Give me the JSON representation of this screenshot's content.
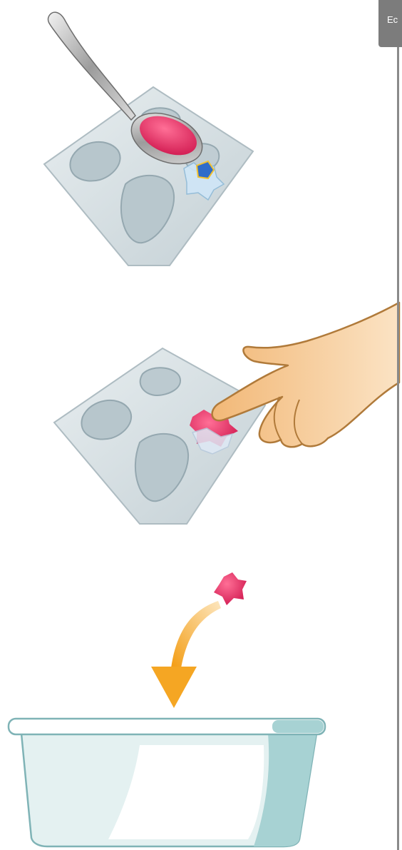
{
  "side_tab": {
    "label": "Ec"
  },
  "panels": [
    {
      "name": "spoon-fill-step",
      "icon": "spoon-icon"
    },
    {
      "name": "press-out-step",
      "icon": "hand-icon"
    },
    {
      "name": "drop-into-bowl-step",
      "icon": "bowl-icon"
    }
  ],
  "colors": {
    "tray": "#cfd8dc",
    "tray_dark": "#9fb0b7",
    "jelly": "#e83567",
    "skin": "#f4c48e",
    "skin_outline": "#b07a3a",
    "arrow": "#f5a623",
    "bowl_rim": "#9ec9c9",
    "bowl_body": "#d6ecec",
    "bowl_shadow": "#8fc0c0"
  }
}
